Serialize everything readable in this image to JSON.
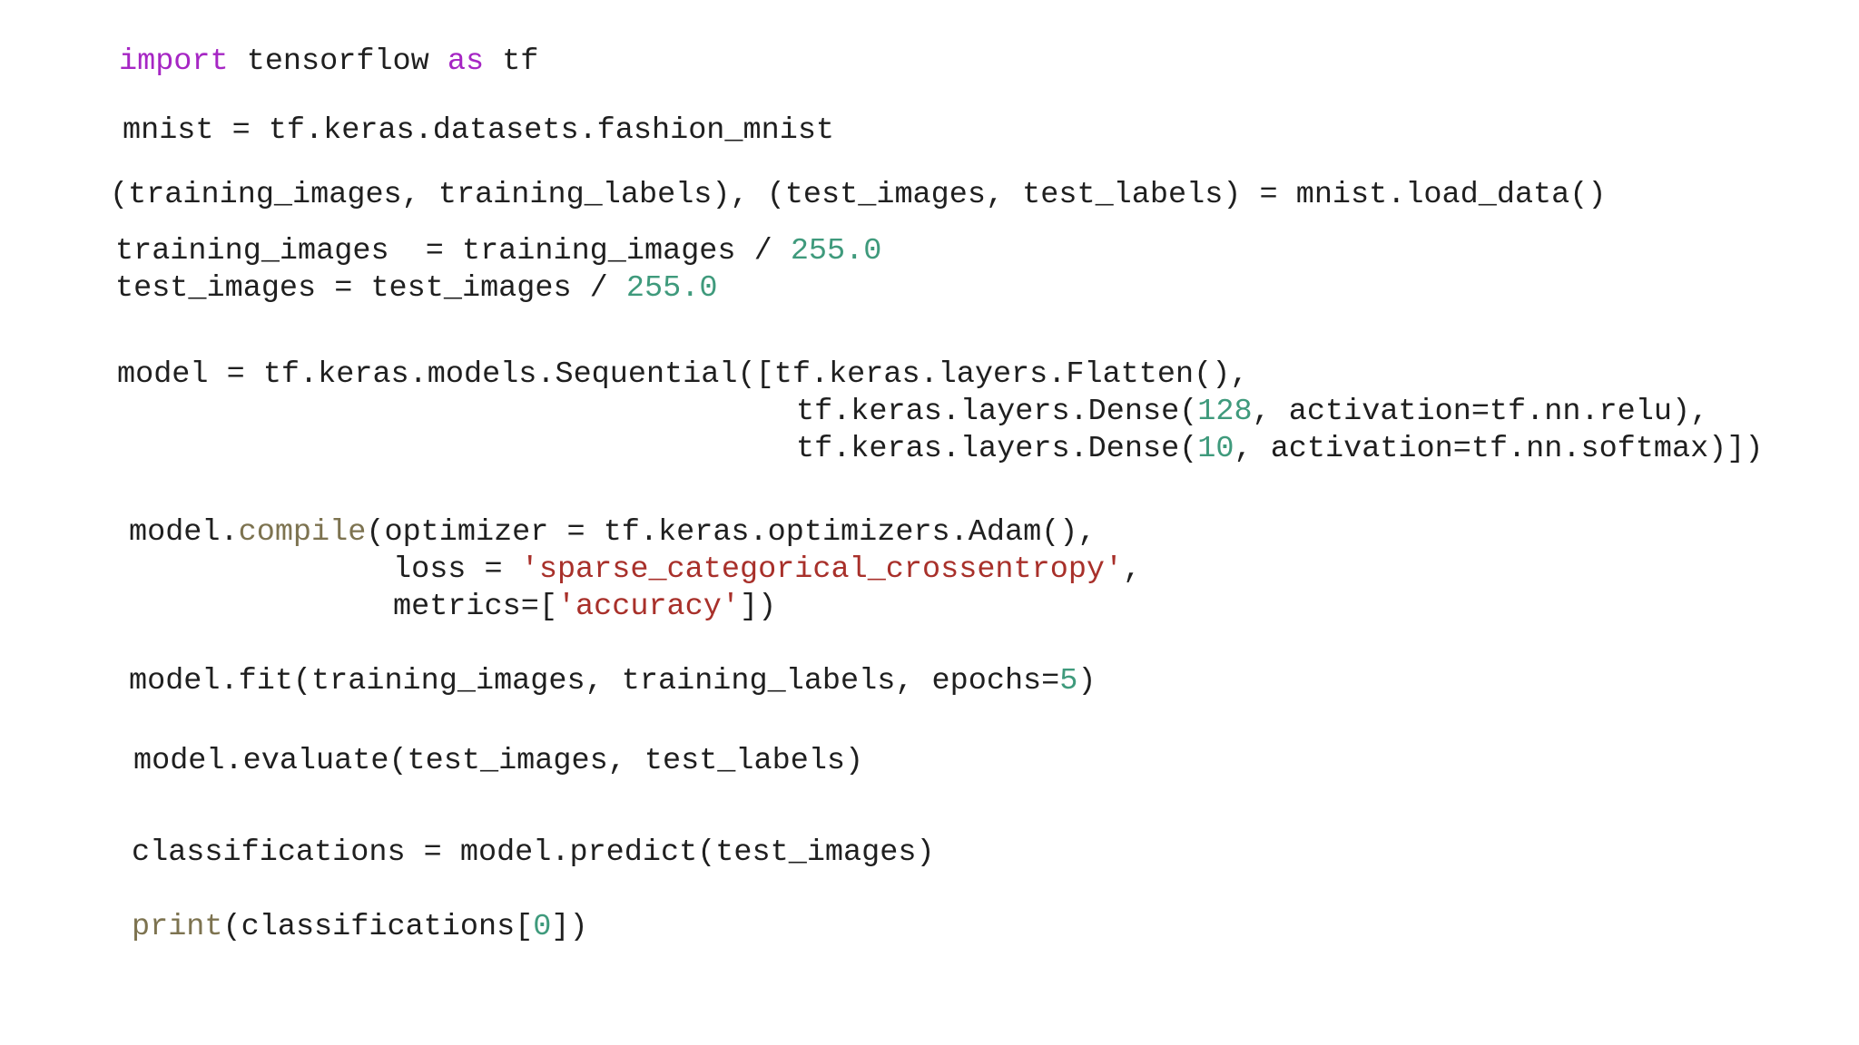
{
  "colors": {
    "default": "#1f1f1f",
    "keyword": "#a626c4",
    "number": "#3f9a7c",
    "string": "#a8302a",
    "function": "#7d7350"
  },
  "code_lines": [
    [
      {
        "text": "import",
        "kind": "keyword"
      },
      {
        "text": " tensorflow ",
        "kind": "default"
      },
      {
        "text": "as",
        "kind": "keyword"
      },
      {
        "text": " tf",
        "kind": "default"
      }
    ],
    [
      {
        "text": "mnist = tf.keras.datasets.fashion_mnist",
        "kind": "default"
      }
    ],
    [
      {
        "text": "(training_images, training_labels), (test_images, test_labels) = mnist.load_data()",
        "kind": "default"
      }
    ],
    [
      {
        "text": "training_images  = training_images / ",
        "kind": "default"
      },
      {
        "text": "255.0",
        "kind": "number"
      }
    ],
    [
      {
        "text": "test_images = test_images / ",
        "kind": "default"
      },
      {
        "text": "255.0",
        "kind": "number"
      }
    ],
    [
      {
        "text": "model = tf.keras.models.Sequential([tf.keras.layers.Flatten(),",
        "kind": "default"
      }
    ],
    [
      {
        "text": "tf.keras.layers.Dense(",
        "kind": "default"
      },
      {
        "text": "128",
        "kind": "number"
      },
      {
        "text": ", activation=tf.nn.relu),",
        "kind": "default"
      }
    ],
    [
      {
        "text": "tf.keras.layers.Dense(",
        "kind": "default"
      },
      {
        "text": "10",
        "kind": "number"
      },
      {
        "text": ", activation=tf.nn.softmax)])",
        "kind": "default"
      }
    ],
    [
      {
        "text": "model.",
        "kind": "default"
      },
      {
        "text": "compile",
        "kind": "function"
      },
      {
        "text": "(optimizer = tf.keras.optimizers.Adam(),",
        "kind": "default"
      }
    ],
    [
      {
        "text": "loss = ",
        "kind": "default"
      },
      {
        "text": "'sparse_categorical_crossentropy'",
        "kind": "string"
      },
      {
        "text": ",",
        "kind": "default"
      }
    ],
    [
      {
        "text": "metrics=[",
        "kind": "default"
      },
      {
        "text": "'accuracy'",
        "kind": "string"
      },
      {
        "text": "])",
        "kind": "default"
      }
    ],
    [
      {
        "text": "model.fit(training_images, training_labels, epochs=",
        "kind": "default"
      },
      {
        "text": "5",
        "kind": "number"
      },
      {
        "text": ")",
        "kind": "default"
      }
    ],
    [
      {
        "text": "model.evaluate(test_images, test_labels)",
        "kind": "default"
      }
    ],
    [
      {
        "text": "classifications = model.predict(test_images)",
        "kind": "default"
      }
    ],
    [
      {
        "text": "print",
        "kind": "function"
      },
      {
        "text": "(classifications[",
        "kind": "default"
      },
      {
        "text": "0",
        "kind": "number"
      },
      {
        "text": "])",
        "kind": "default"
      }
    ]
  ]
}
